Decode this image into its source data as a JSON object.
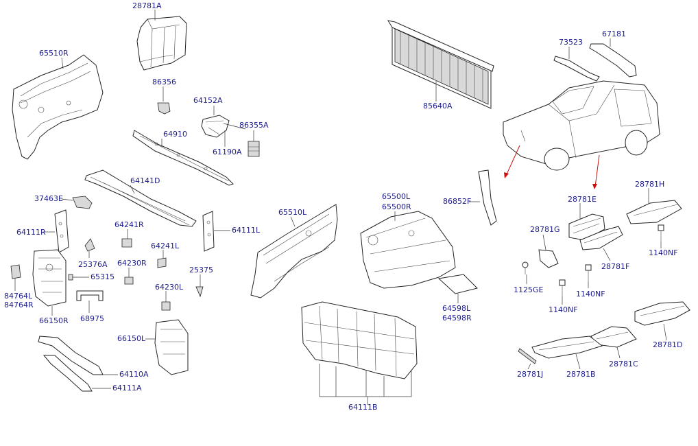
{
  "colors": {
    "label": "#1a1a8c",
    "arrow": "#cc1111",
    "line": "#222222"
  },
  "labels": {
    "p28781A": "28781A",
    "p65510R": "65510R",
    "p86356": "86356",
    "p64152A": "64152A",
    "p86355A": "86355A",
    "p61190A": "61190A",
    "p64910": "64910",
    "p85640A": "85640A",
    "p73523": "73523",
    "p67181": "67181",
    "p64141D": "64141D",
    "p37463E": "37463E",
    "p64111R": "64111R",
    "p64241R": "64241R",
    "p25376A": "25376A",
    "p64241L": "64241L",
    "p64230R": "64230R",
    "p65315": "65315",
    "p84764L": "84764L",
    "p84764R": "84764R",
    "p25375": "25375",
    "p64230L": "64230L",
    "p68975": "68975",
    "p66150R": "66150R",
    "p66150L": "66150L",
    "p64110A": "64110A",
    "p64111A": "64111A",
    "p64111L": "64111L",
    "p65510L": "65510L",
    "p65500L": "65500L",
    "p65500R": "65500R",
    "p86852F": "86852F",
    "p64598L": "64598L",
    "p64598R": "64598R",
    "p64111B": "64111B",
    "p28781E": "28781E",
    "p28781H": "28781H",
    "p28781G": "28781G",
    "p28781F": "28781F",
    "p1140NF_a": "1140NF",
    "p1125GE": "1125GE",
    "p1140NF_b": "1140NF",
    "p1140NF_c": "1140NF",
    "p28781D": "28781D",
    "p28781J": "28781J",
    "p28781B": "28781B",
    "p28781C": "28781C"
  }
}
